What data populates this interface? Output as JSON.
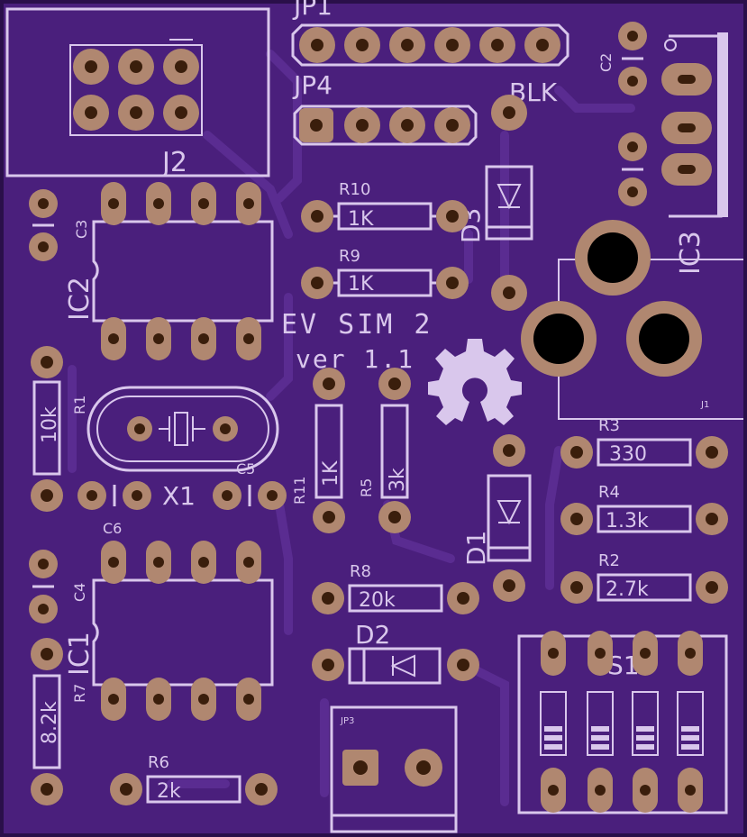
{
  "board": {
    "title": "EV SIM 2",
    "version": "ver 1.1",
    "colors": {
      "substrate": "#4a1f7c",
      "edge": "#2a0f4a",
      "silkscreen": "#d9c7ec",
      "copper_pad": "#b08770",
      "drill": "#3a1e0c"
    }
  },
  "labels": {
    "jp1": "JP1",
    "jp4": "JP4",
    "jp3": "JP3",
    "j2": "J2",
    "j1": "J1",
    "blk": "BLK",
    "c2": "C2",
    "c3": "C3",
    "c4": "C4",
    "c5": "C5",
    "c6": "C6",
    "ic1": "IC1",
    "ic2": "IC2",
    "ic3": "IC3",
    "x1": "X1",
    "d1": "D1",
    "d2": "D2",
    "d3": "D3",
    "r1": "R1",
    "r2": "R2",
    "r3": "R3",
    "r4": "R4",
    "r5": "R5",
    "r6": "R6",
    "r7": "R7",
    "r8": "R8",
    "r9": "R9",
    "r10": "R10",
    "r11": "R11",
    "s1": "S1"
  },
  "resistor_values": {
    "r1": "10k",
    "r2": "2.7k",
    "r3": "330",
    "r4": "1.3k",
    "r5": "3k",
    "r6": "2k",
    "r7": "8.2k",
    "r8": "20k",
    "r9": "1K",
    "r10": "1K",
    "r11": "1K"
  },
  "icons": {
    "open_hardware_logo": "gear-icon",
    "diode": "diode-icon",
    "crystal": "crystal-icon"
  }
}
